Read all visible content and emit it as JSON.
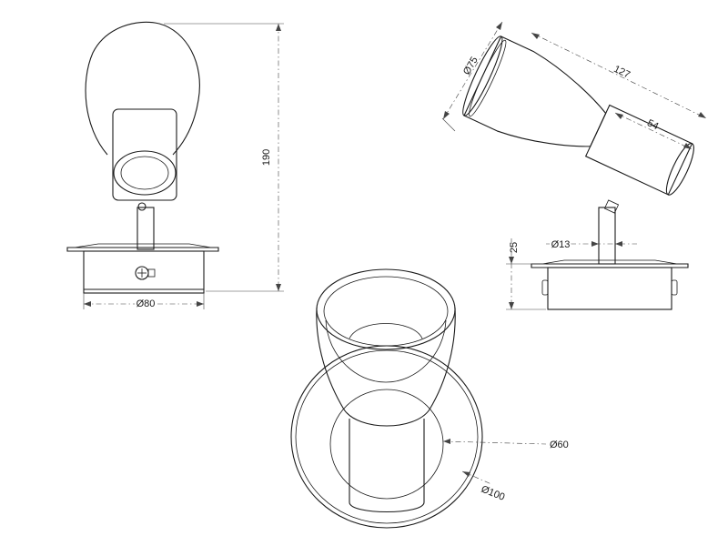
{
  "dimensions": {
    "height": "190",
    "base_diameter": "Ø80",
    "shade_diameter": "Ø75",
    "total_length": "127",
    "body_length": "54",
    "stem_diameter": "Ø13",
    "base_height": "25",
    "inner_diameter": "Ø60",
    "outer_diameter": "Ø100"
  },
  "colors": {
    "line": "#1a1a1a",
    "dimension": "#444444",
    "background": "#ffffff"
  }
}
